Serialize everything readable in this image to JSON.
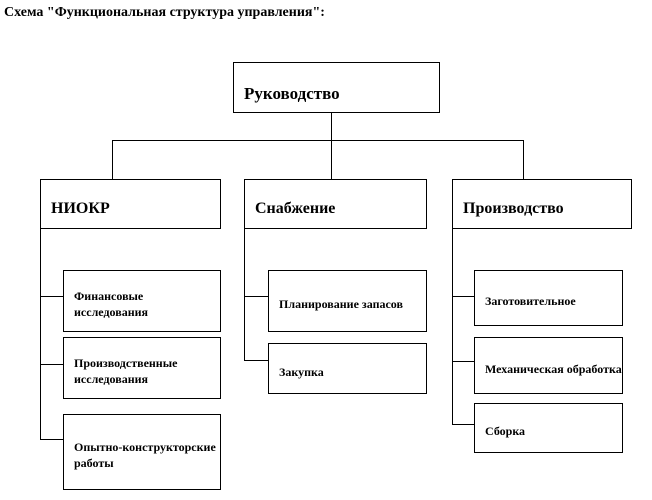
{
  "title": "Схема \"Функциональная структура управления\":",
  "diagram": {
    "root": {
      "label": "Руководство"
    },
    "departments": [
      {
        "label": "НИОКР",
        "units": [
          {
            "label": "Финансовые исследования"
          },
          {
            "label": "Производственные исследования"
          },
          {
            "label": "Опытно-конструкторские работы"
          }
        ]
      },
      {
        "label": "Снабжение",
        "units": [
          {
            "label": "Планирование запасов"
          },
          {
            "label": "Закупка"
          }
        ]
      },
      {
        "label": "Производство",
        "units": [
          {
            "label": "Заготовительное"
          },
          {
            "label": "Механическая обработка"
          },
          {
            "label": "Сборка"
          }
        ]
      }
    ]
  }
}
